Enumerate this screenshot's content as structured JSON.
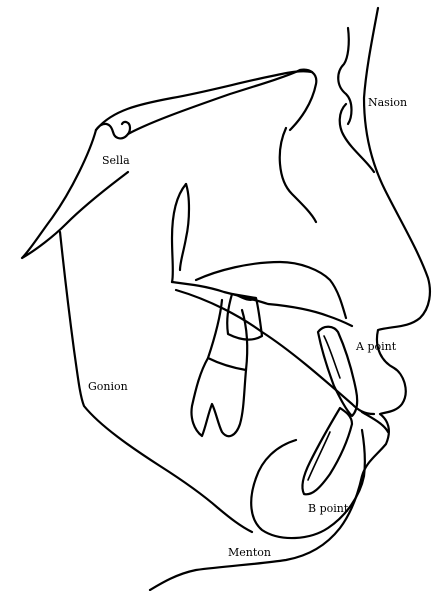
{
  "labels": {
    "nasion": "Nasion",
    "sella": "Sella",
    "a_point": "A point",
    "gonion": "Gonion",
    "b_point": "B point",
    "menton": "Menton"
  },
  "colors": {
    "ink": "#000000",
    "paper": "#ffffff"
  }
}
